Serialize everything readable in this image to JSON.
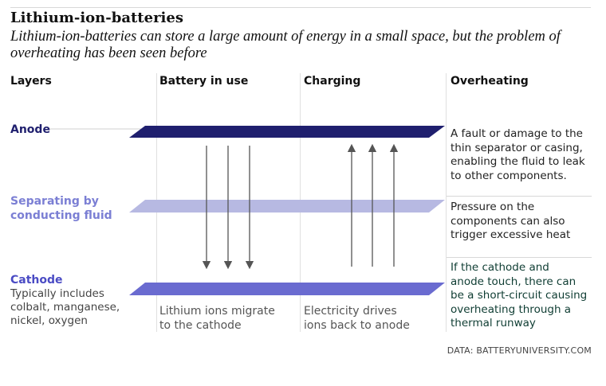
{
  "title": "Lithium-ion-batteries",
  "subtitle": "Lithium-ion-batteries can store a large amount of energy in a small space, but the problem of overheating has been seen before",
  "columns": {
    "layers": "Layers",
    "in_use": "Battery in use",
    "charging": "Charging",
    "overheating": "Overheating"
  },
  "rows": {
    "anode": "Anode",
    "separator_line1": "Separating by",
    "separator_line2": "conducting fluid",
    "cathode": "Cathode",
    "cathode_desc_line1": "Typically includes",
    "cathode_desc_line2": "colbalt, manganese,",
    "cathode_desc_line3": "nickel, oxygen"
  },
  "captions": {
    "in_use_line1": "Lithium ions migrate",
    "in_use_line2": "to the cathode",
    "charging_line1": "Electricity drives",
    "charging_line2": "ions back to anode"
  },
  "overheating_notes": {
    "note1": [
      "A fault or damage to the",
      "thin separator or casing,",
      "enabling the fluid to leak",
      "to other components."
    ],
    "note2": [
      "Pressure on the",
      "components can also",
      "trigger excessive heat"
    ],
    "note3": [
      "If the cathode and",
      "anode touch, there can",
      "be a short-circuit causing",
      "overheating through a",
      "thermal runway"
    ]
  },
  "source": "DATA: BATTERYUNIVERSITY.COM",
  "colors": {
    "anode": "#1f1f6e",
    "separator": "#b7b9e2",
    "cathode": "#6a6bd0",
    "anode_label": "#1f1f6e",
    "separator_label": "#7b7fd4",
    "cathode_label": "#4a4bc4",
    "arrows": "#555555"
  },
  "icons": {
    "down_arrows": "arrow-down-icon",
    "up_arrows": "arrow-up-icon"
  }
}
